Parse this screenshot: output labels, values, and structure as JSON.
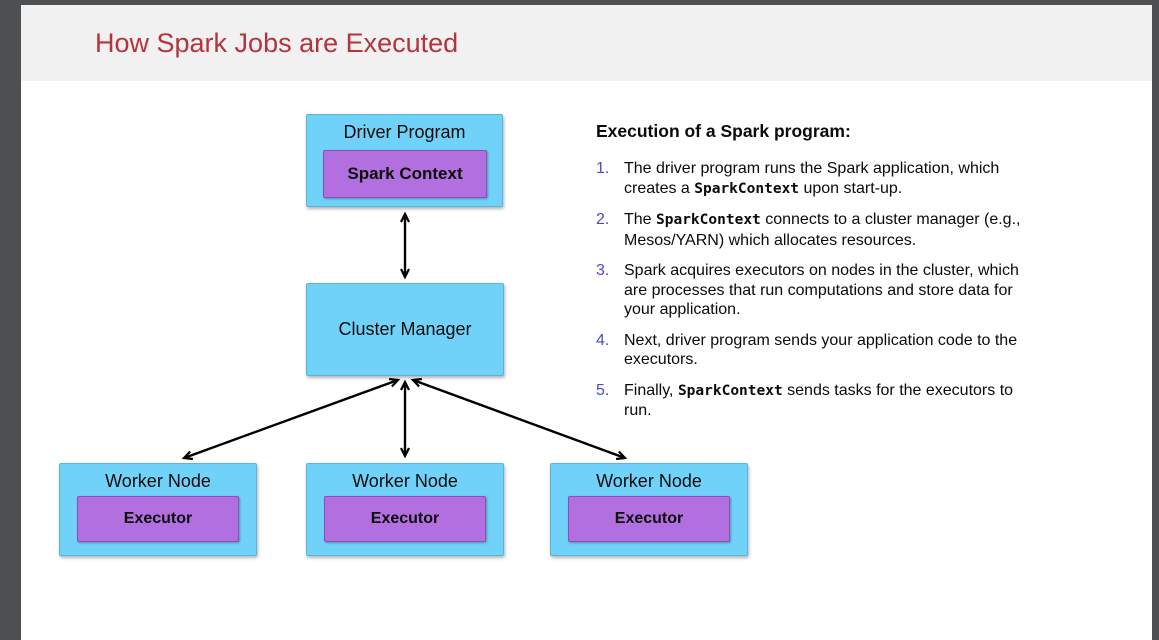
{
  "slide": {
    "title": "How Spark Jobs are Executed"
  },
  "colors": {
    "frame_gray": "#4C5053",
    "title_band_bg": "#F1F1F1",
    "title_text": "#B2343E",
    "node_fill_cyan": "#70D2F8",
    "inner_fill_purple": "#B26FDF",
    "list_number_blue": "#4A4AC8",
    "arrow_black": "#000000"
  },
  "diagram": {
    "driver": {
      "label": "Driver Program",
      "inner": "Spark Context"
    },
    "cluster": {
      "label": "Cluster Manager"
    },
    "workers": [
      {
        "label": "Worker Node",
        "inner": "Executor"
      },
      {
        "label": "Worker Node",
        "inner": "Executor"
      },
      {
        "label": "Worker Node",
        "inner": "Executor"
      }
    ]
  },
  "panel": {
    "heading": "Execution of a Spark program:",
    "items": [
      {
        "number": "1.",
        "segments": [
          {
            "t": "text",
            "v": "The driver program runs the Spark application, which"
          },
          {
            "t": "br"
          },
          {
            "t": "text",
            "v": "creates a "
          },
          {
            "t": "code",
            "v": "SparkContext"
          },
          {
            "t": "text",
            "v": " upon start-up."
          }
        ]
      },
      {
        "number": "2.",
        "segments": [
          {
            "t": "text",
            "v": "The "
          },
          {
            "t": "code",
            "v": "SparkContext"
          },
          {
            "t": "text",
            "v": " connects to a cluster manager (e.g.,"
          },
          {
            "t": "br"
          },
          {
            "t": "text",
            "v": "Mesos/YARN) which allocates resources."
          }
        ]
      },
      {
        "number": "3.",
        "segments": [
          {
            "t": "text",
            "v": "Spark acquires executors on nodes in the cluster, which"
          },
          {
            "t": "br"
          },
          {
            "t": "text",
            "v": "are processes that run computations and store data for"
          },
          {
            "t": "br"
          },
          {
            "t": "text",
            "v": "your application."
          }
        ]
      },
      {
        "number": "4.",
        "segments": [
          {
            "t": "text",
            "v": "Next, driver program sends your application code to the"
          },
          {
            "t": "br"
          },
          {
            "t": "text",
            "v": "executors."
          }
        ]
      },
      {
        "number": "5.",
        "segments": [
          {
            "t": "text",
            "v": "Finally, "
          },
          {
            "t": "code",
            "v": "SparkContext"
          },
          {
            "t": "text",
            "v": " sends tasks for the executors to"
          },
          {
            "t": "br"
          },
          {
            "t": "text",
            "v": "run."
          }
        ]
      }
    ]
  }
}
